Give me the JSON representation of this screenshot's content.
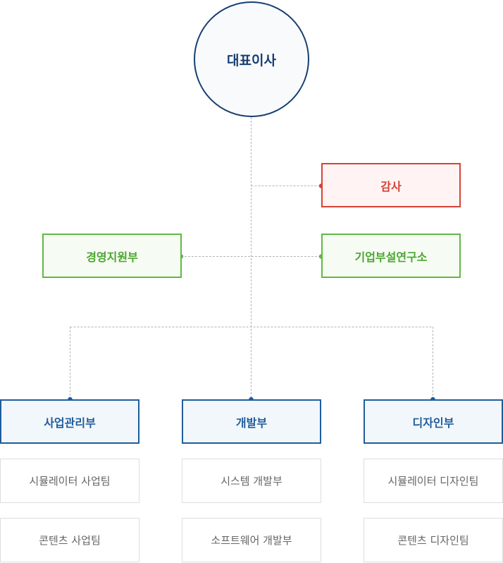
{
  "ceo": {
    "label": "대표이사"
  },
  "audit": {
    "label": "감사"
  },
  "management_support": {
    "label": "경영지원부"
  },
  "research_lab": {
    "label": "기업부설연구소"
  },
  "departments": [
    {
      "label": "사업관리부",
      "teams": [
        "시뮬레이터 사업팀",
        "콘텐츠 사업팀"
      ]
    },
    {
      "label": "개발부",
      "teams": [
        "시스템 개발부",
        "소프트웨어 개발부"
      ]
    },
    {
      "label": "디자인부",
      "teams": [
        "시뮬레이터 디자인팀",
        "콘텐츠 디자인팀"
      ]
    }
  ],
  "colors": {
    "ceo": "#173e70",
    "audit": "#d64236",
    "support": "#61b944",
    "department": "#1f5d9c",
    "connector": "#b5b5b5"
  }
}
